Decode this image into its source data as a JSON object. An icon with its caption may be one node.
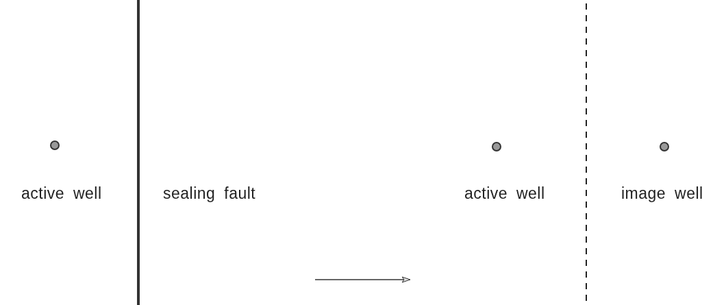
{
  "diagram": {
    "nodes": [
      {
        "text": [],
        "shape": "circle",
        "beside": [
          "active well"
        ]
      },
      {
        "text": [],
        "shape": "circle",
        "beside": [
          "active well"
        ]
      },
      {
        "text": [],
        "shape": "circle",
        "beside": [
          "image well"
        ]
      }
    ],
    "labels": [
      "sealing fault"
    ]
  }
}
